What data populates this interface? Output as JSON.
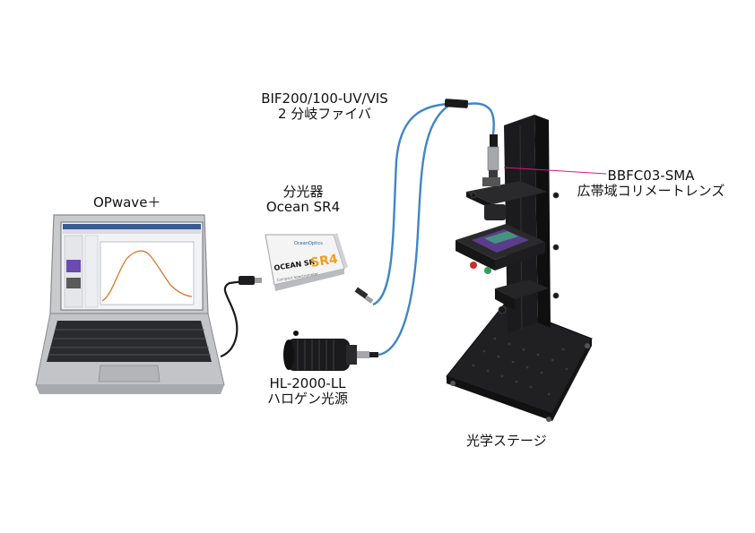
{
  "labels": {
    "fiber": [
      "BIF200/100-UV/VIS",
      "2 分岐ファイバ"
    ],
    "spectrometer": [
      "分光器",
      "Ocean SR4"
    ],
    "laptop": "OPwave＋",
    "lightsource": [
      "HL-2000-LL",
      "ハロゲン光源"
    ],
    "collimator": [
      "BBFC03-SMA",
      "広帯域コリメートレンズ"
    ],
    "stage": "光学ステージ"
  },
  "device_text": {
    "brand": "OceanOptics",
    "model": "OCEAN SR",
    "badge": "SR4",
    "subtitle": "Compact Spectrometer"
  },
  "colors": {
    "fiber": "#3f86c6",
    "annotation_line": "#d81b7a",
    "badge": "#f0a020",
    "stage_body": "#1c1c1e"
  }
}
